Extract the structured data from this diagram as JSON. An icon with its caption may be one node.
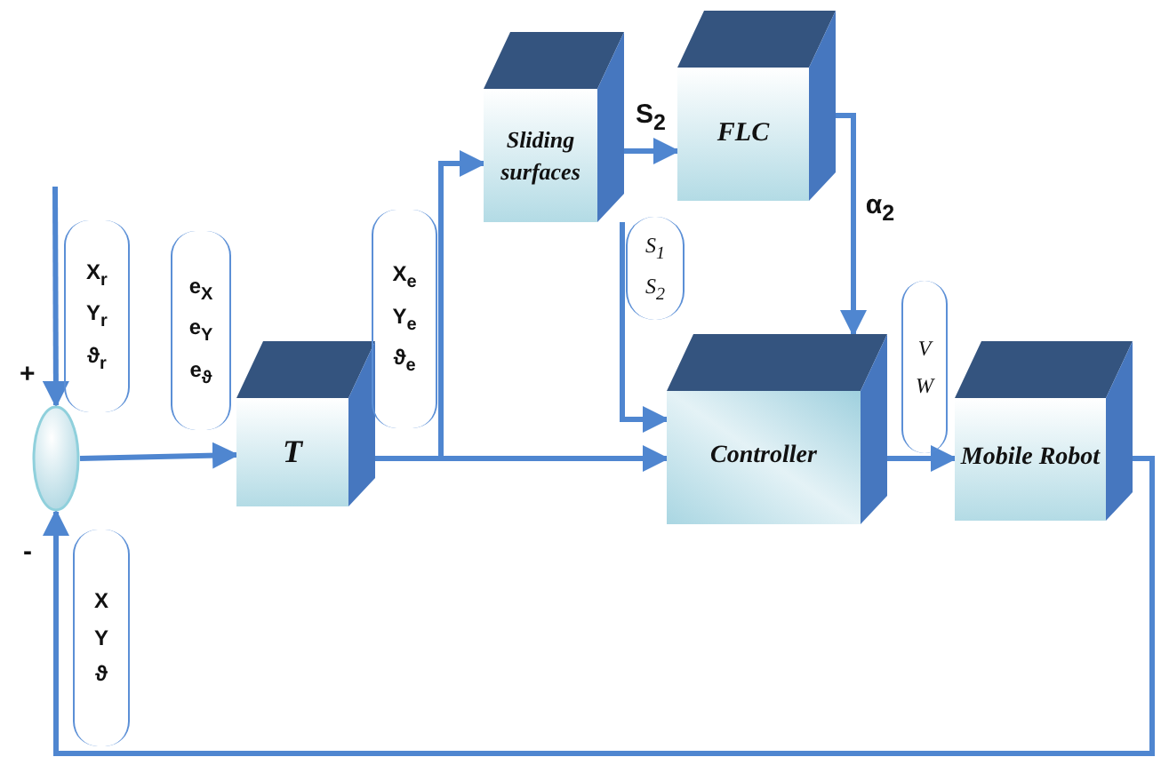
{
  "diagram": {
    "nodes": [
      {
        "text": [],
        "shape": "circle"
      },
      {
        "text": [
          "T"
        ]
      },
      {
        "text": [
          "Sliding surfaces"
        ]
      },
      {
        "text": [
          "FLC"
        ]
      },
      {
        "text": [
          "Controller"
        ]
      },
      {
        "text": [
          "Mobile Robot"
        ]
      }
    ],
    "edges": [
      {
        "from": null,
        "to": 0,
        "arrow": "to",
        "label": "X$_{r}$ Y$_{r}$ ϑ$_{r}$"
      },
      {
        "from": 0,
        "to": 1,
        "arrow": "to",
        "label": "e$_{X}$ e$_{Y}$ e$_{ϑ}$"
      },
      {
        "from": 1,
        "to": 2,
        "arrow": "to",
        "label": "X$_{e}$ Y$_{e}$ ϑ$_{e}$"
      },
      {
        "from": 1,
        "to": 4,
        "arrow": "to"
      },
      {
        "from": 2,
        "to": 3,
        "arrow": "to",
        "label": "S$_{2}$"
      },
      {
        "from": 2,
        "to": 4,
        "arrow": "to",
        "label": "S$_{1}$ S$_{2}$"
      },
      {
        "from": 3,
        "to": 4,
        "arrow": "to",
        "label": "α$_{2}$"
      },
      {
        "from": 4,
        "to": 5,
        "arrow": "to",
        "label": "V W"
      },
      {
        "from": 5,
        "to": 0,
        "arrow": "to",
        "label": "X Y ϑ"
      }
    ],
    "labels": [
      "+",
      "-"
    ]
  }
}
